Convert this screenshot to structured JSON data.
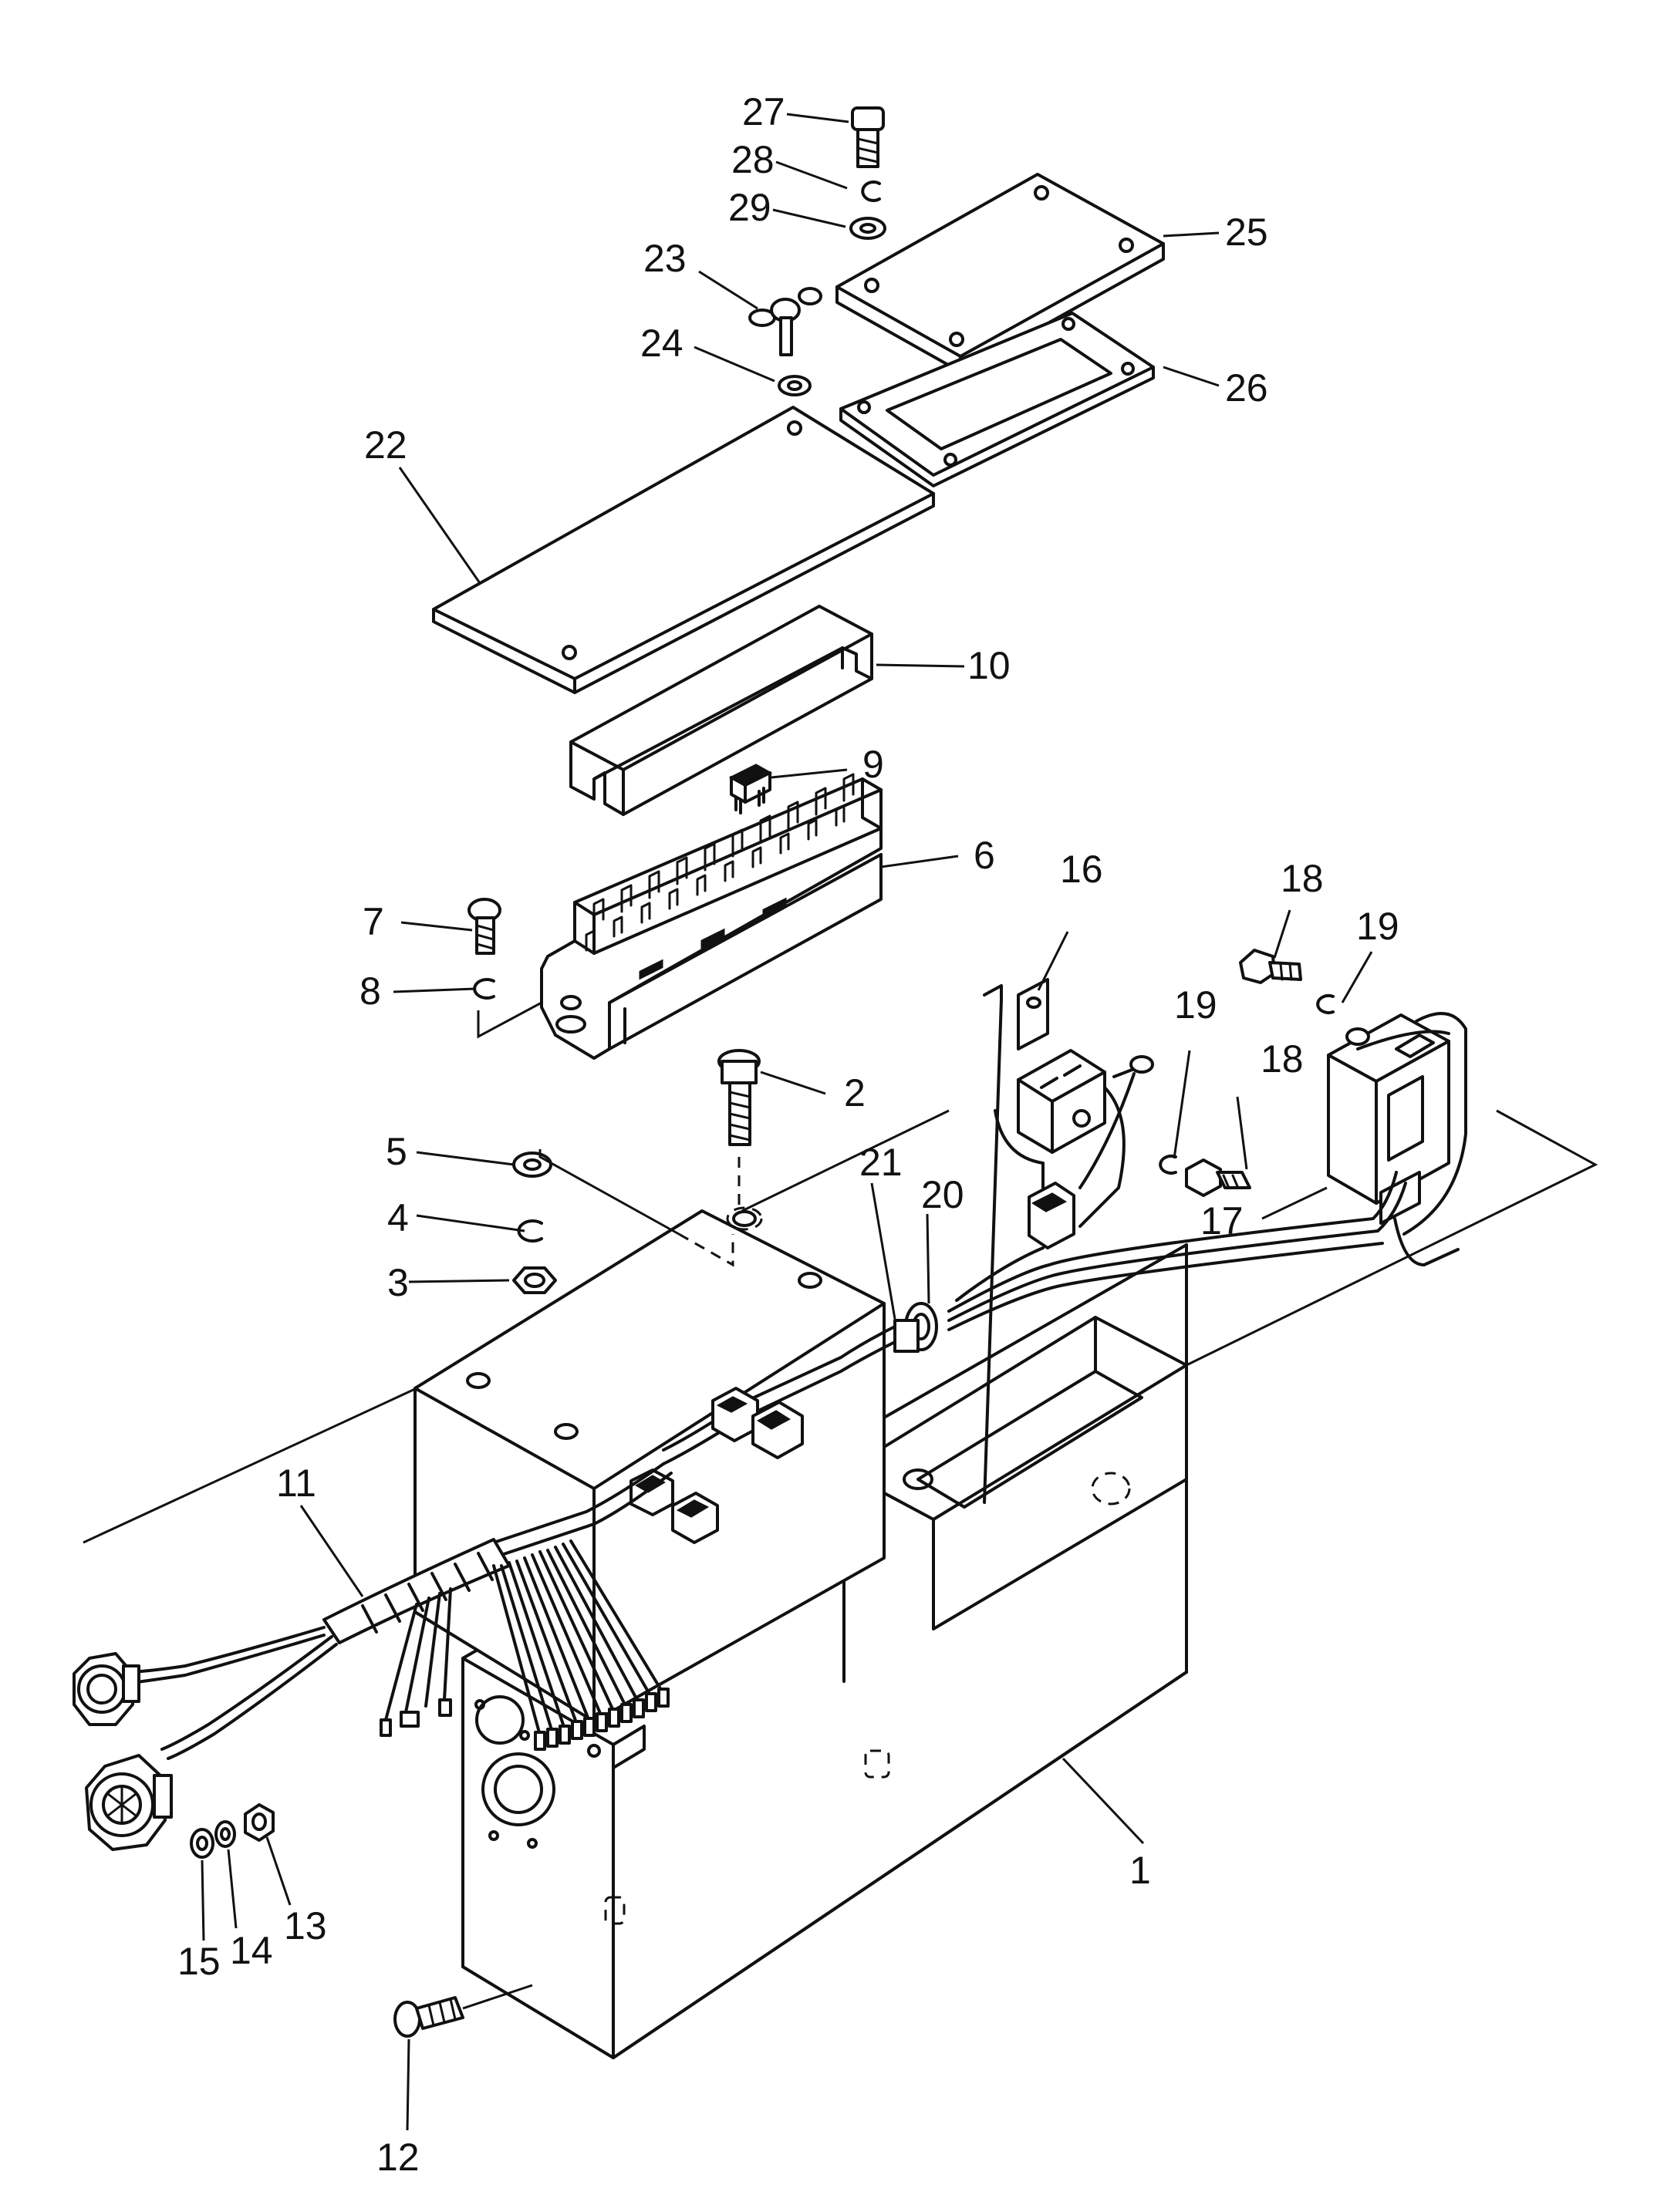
{
  "part_labels": [
    {
      "id": "p27",
      "text": "27"
    },
    {
      "id": "p28",
      "text": "28"
    },
    {
      "id": "p29",
      "text": "29"
    },
    {
      "id": "p25",
      "text": "25"
    },
    {
      "id": "p23",
      "text": "23"
    },
    {
      "id": "p24",
      "text": "24"
    },
    {
      "id": "p26",
      "text": "26"
    },
    {
      "id": "p22",
      "text": "22"
    },
    {
      "id": "p10",
      "text": "10"
    },
    {
      "id": "p9",
      "text": "9"
    },
    {
      "id": "p6",
      "text": "6"
    },
    {
      "id": "p16",
      "text": "16"
    },
    {
      "id": "p18a",
      "text": "18"
    },
    {
      "id": "p19a",
      "text": "19"
    },
    {
      "id": "p7",
      "text": "7"
    },
    {
      "id": "p8",
      "text": "8"
    },
    {
      "id": "p19b",
      "text": "19"
    },
    {
      "id": "p18b",
      "text": "18"
    },
    {
      "id": "p2",
      "text": "2"
    },
    {
      "id": "p5",
      "text": "5"
    },
    {
      "id": "p21",
      "text": "21"
    },
    {
      "id": "p20",
      "text": "20"
    },
    {
      "id": "p4",
      "text": "4"
    },
    {
      "id": "p17",
      "text": "17"
    },
    {
      "id": "p3",
      "text": "3"
    },
    {
      "id": "p11",
      "text": "11"
    },
    {
      "id": "p13",
      "text": "13"
    },
    {
      "id": "p14",
      "text": "14"
    },
    {
      "id": "p15",
      "text": "15"
    },
    {
      "id": "p1",
      "text": "1"
    },
    {
      "id": "p12",
      "text": "12"
    }
  ]
}
